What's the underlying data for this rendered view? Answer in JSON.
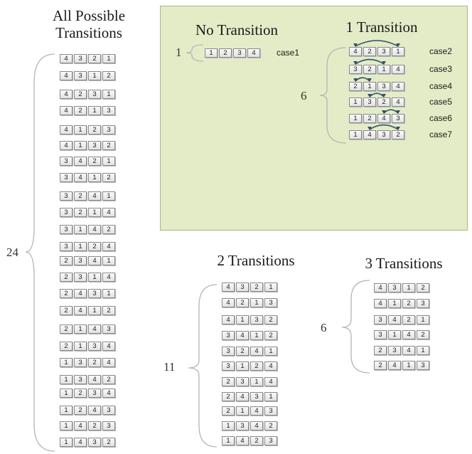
{
  "titles": {
    "all_line1": "All Possible",
    "all_line2": "Transitions",
    "none": "No Transition",
    "one": "1 Transition",
    "two": "2 Transitions",
    "three": "3 Transitions"
  },
  "counts": {
    "all": "24",
    "none": "1",
    "one": "6",
    "two": "11",
    "three": "6"
  },
  "colors": {
    "panel": "#e3ecc7",
    "arrow": "#34506b",
    "brace": "#b5b5b5"
  },
  "all_perms": [
    [
      "4",
      "3",
      "2",
      "1"
    ],
    [
      "4",
      "3",
      "1",
      "2"
    ],
    [
      "4",
      "2",
      "3",
      "1"
    ],
    [
      "4",
      "2",
      "1",
      "3"
    ],
    [
      "4",
      "1",
      "2",
      "3"
    ],
    [
      "4",
      "1",
      "3",
      "2"
    ],
    [
      "3",
      "4",
      "2",
      "1"
    ],
    [
      "3",
      "4",
      "1",
      "2"
    ],
    [
      "3",
      "2",
      "4",
      "1"
    ],
    [
      "3",
      "2",
      "1",
      "4"
    ],
    [
      "3",
      "1",
      "4",
      "2"
    ],
    [
      "3",
      "1",
      "2",
      "4"
    ],
    [
      "2",
      "3",
      "4",
      "1"
    ],
    [
      "2",
      "3",
      "1",
      "4"
    ],
    [
      "2",
      "4",
      "3",
      "1"
    ],
    [
      "2",
      "4",
      "1",
      "2"
    ],
    [
      "2",
      "1",
      "4",
      "3"
    ],
    [
      "2",
      "1",
      "3",
      "4"
    ],
    [
      "1",
      "3",
      "2",
      "4"
    ],
    [
      "1",
      "3",
      "4",
      "2"
    ],
    [
      "1",
      "2",
      "3",
      "4"
    ],
    [
      "1",
      "2",
      "4",
      "3"
    ],
    [
      "1",
      "4",
      "2",
      "3"
    ],
    [
      "1",
      "4",
      "3",
      "2"
    ]
  ],
  "no_transition": [
    {
      "perm": [
        "1",
        "2",
        "3",
        "4"
      ],
      "label": "case1"
    }
  ],
  "one_transition": [
    {
      "perm": [
        "4",
        "2",
        "3",
        "1"
      ],
      "label": "case2",
      "swap": [
        0,
        3
      ]
    },
    {
      "perm": [
        "3",
        "2",
        "1",
        "4"
      ],
      "label": "case3",
      "swap": [
        0,
        2
      ]
    },
    {
      "perm": [
        "2",
        "1",
        "3",
        "4"
      ],
      "label": "case4",
      "swap": [
        0,
        1
      ]
    },
    {
      "perm": [
        "1",
        "3",
        "2",
        "4"
      ],
      "label": "case5",
      "swap": [
        1,
        2
      ]
    },
    {
      "perm": [
        "1",
        "2",
        "4",
        "3"
      ],
      "label": "case6",
      "swap": [
        2,
        3
      ]
    },
    {
      "perm": [
        "1",
        "4",
        "3",
        "2"
      ],
      "label": "case7",
      "swap": [
        1,
        3
      ]
    }
  ],
  "two_transitions": [
    [
      "4",
      "3",
      "2",
      "1"
    ],
    [
      "4",
      "2",
      "1",
      "3"
    ],
    [
      "4",
      "1",
      "3",
      "2"
    ],
    [
      "3",
      "4",
      "1",
      "2"
    ],
    [
      "3",
      "2",
      "4",
      "1"
    ],
    [
      "3",
      "1",
      "2",
      "4"
    ],
    [
      "2",
      "3",
      "1",
      "4"
    ],
    [
      "2",
      "4",
      "3",
      "1"
    ],
    [
      "2",
      "1",
      "4",
      "3"
    ],
    [
      "1",
      "3",
      "4",
      "2"
    ],
    [
      "1",
      "4",
      "2",
      "3"
    ]
  ],
  "three_transitions": [
    [
      "4",
      "3",
      "1",
      "2"
    ],
    [
      "4",
      "1",
      "2",
      "3"
    ],
    [
      "3",
      "4",
      "2",
      "1"
    ],
    [
      "3",
      "1",
      "4",
      "2"
    ],
    [
      "2",
      "3",
      "4",
      "1"
    ],
    [
      "2",
      "4",
      "1",
      "3"
    ]
  ]
}
